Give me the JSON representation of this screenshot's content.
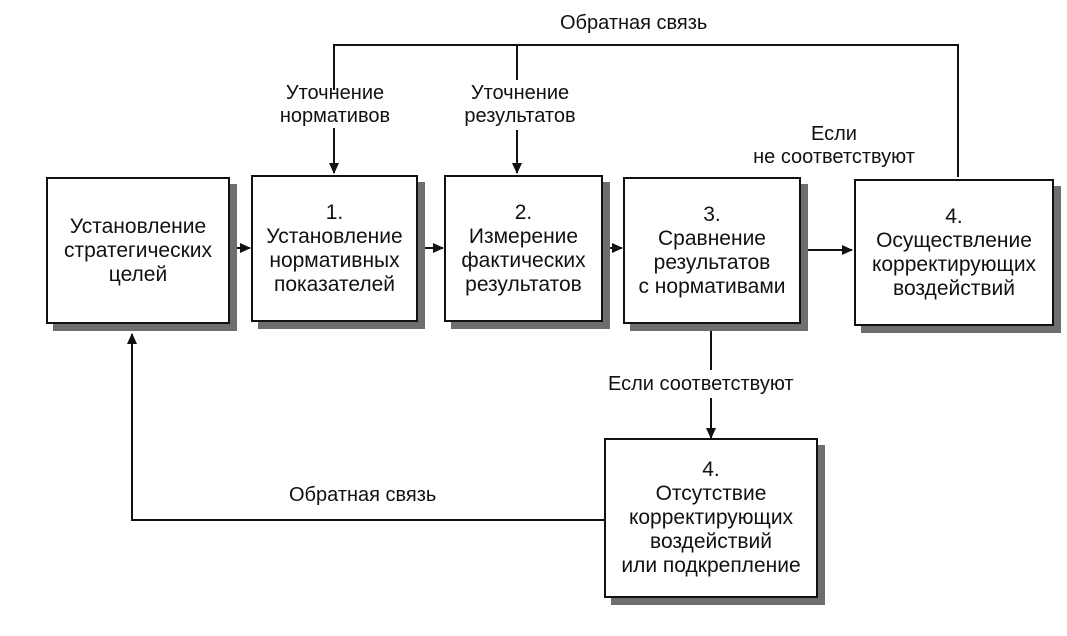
{
  "boxes": {
    "goals": {
      "lines": [
        "Установление",
        "стратегических",
        "целей"
      ]
    },
    "step1": {
      "lines": [
        "1.",
        "Установление",
        "нормативных",
        "показателей"
      ]
    },
    "step2": {
      "lines": [
        "2.",
        "Измерение",
        "фактических",
        "результатов"
      ]
    },
    "step3": {
      "lines": [
        "3.",
        "Сравнение",
        "результатов",
        "с нормативами"
      ]
    },
    "step4_right": {
      "lines": [
        "4.",
        "Осуществление",
        "корректирующих",
        "воздействий"
      ]
    },
    "step4_bottom": {
      "lines": [
        "4.",
        "Отсутствие",
        "корректирующих",
        "воздействий",
        "или подкрепление"
      ]
    }
  },
  "labels": {
    "feedback_top": "Обратная связь",
    "refine_norms": [
      "Уточнение",
      "нормативов"
    ],
    "refine_results": [
      "Уточнение",
      "результатов"
    ],
    "if_not_match": [
      "Если",
      "не соответствуют"
    ],
    "if_match": "Если соответствуют",
    "feedback_bottom": "Обратная связь"
  },
  "colors": {
    "stroke": "#111111",
    "shadow": "#6e6e6e"
  }
}
